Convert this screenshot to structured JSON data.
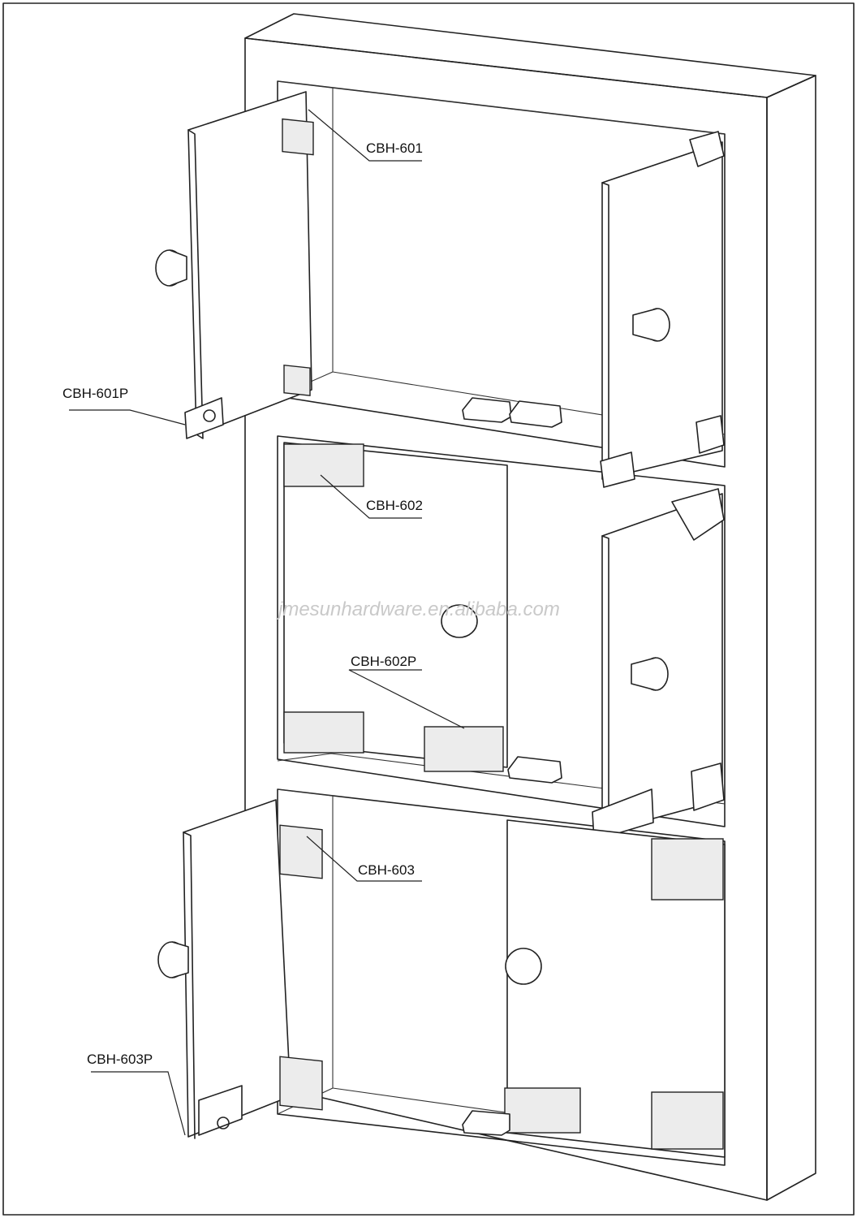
{
  "watermark": "jmesunhardware.en.alibaba.com",
  "labels": {
    "cbh601": "CBH-601",
    "cbh601p": "CBH-601P",
    "cbh602": "CBH-602",
    "cbh602p": "CBH-602P",
    "cbh603": "CBH-603",
    "cbh603p": "CBH-603P"
  },
  "colors": {
    "line": "#222222",
    "background": "#ffffff",
    "watermark": "#c9c9c9"
  }
}
